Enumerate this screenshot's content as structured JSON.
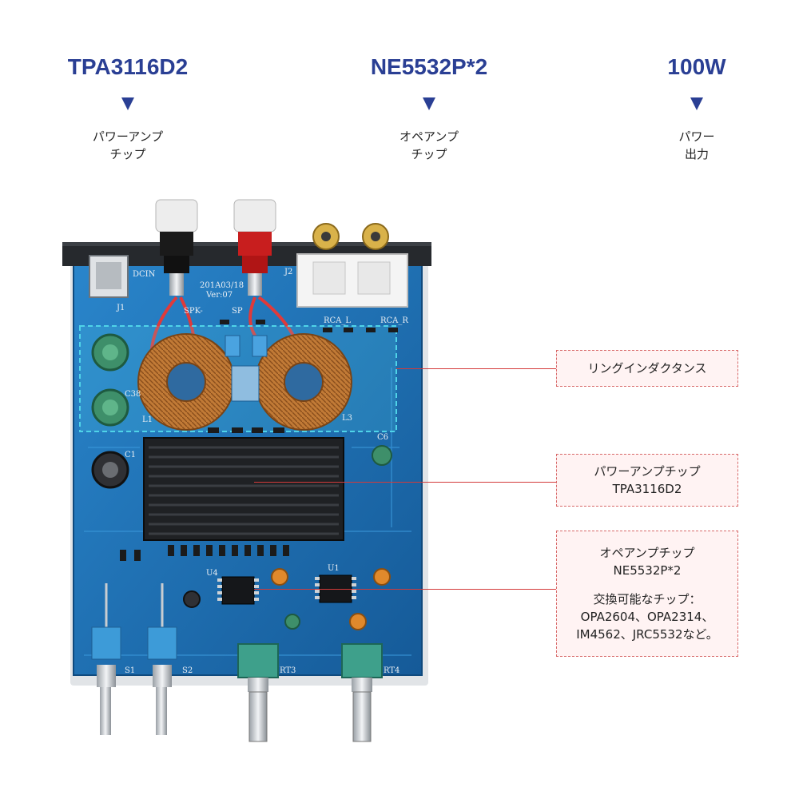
{
  "specs": [
    {
      "title": "TPA3116D2",
      "desc": [
        "パワーアンプ",
        "チップ"
      ]
    },
    {
      "title": "NE5532P*2",
      "desc": [
        "オペアンプ",
        "チップ"
      ]
    },
    {
      "title": "100W",
      "desc": [
        "パワー",
        "出力"
      ]
    }
  ],
  "callouts": {
    "inductance": {
      "lines": [
        "リングインダクタンス"
      ]
    },
    "power_chip": {
      "lines": [
        "パワーアンプチップ",
        "TPA3116D2"
      ]
    },
    "opamp": {
      "lines": [
        "オペアンプチップ",
        "NE5532P*2"
      ],
      "extra": [
        "交換可能なチップ：",
        "OPA2604、OPA2314、",
        "IM4562、JRC5532など。"
      ]
    }
  },
  "board_labels": {
    "dcin": "DCIN",
    "j1": "J1",
    "j2": "J2",
    "spk_l": "SPK-",
    "spk_r": "SP",
    "version": "201A03/18",
    "version2": "Ver:07",
    "rca_l": "RCA_L",
    "rca_r": "RCA_R",
    "l1": "L1",
    "l3": "L3",
    "c1": "C1",
    "c6": "C6",
    "c38": "C38",
    "s1": "S1",
    "s2": "S2",
    "rt3": "RT3",
    "rt4": "RT4",
    "u1": "U1",
    "u4": "U4"
  },
  "colors": {
    "accent": "#2a3f94",
    "pcb": "#1e6fb4",
    "callout_border": "#d86a6a",
    "callout_bg": "#fff3f3",
    "leader": "#d43a3a",
    "highlight": "#4fd3e8"
  }
}
